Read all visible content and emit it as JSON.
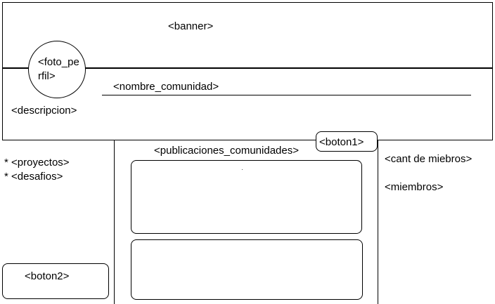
{
  "header": {
    "banner_label": "<banner>",
    "profile_photo_label": "<foto_perfil>",
    "community_name_label": "<nombre_comunidad>",
    "description_label": "<descripcion>"
  },
  "left_column": {
    "list_items": [
      "* <proyectos>",
      "* <desafios>"
    ],
    "button2_label": "<boton2>"
  },
  "center_column": {
    "posts_title": "<publicaciones_comunidades>",
    "button1_label": "<boton1>"
  },
  "right_column": {
    "member_count_label": "<cant de miebros>",
    "members_label": "<miembros>"
  }
}
